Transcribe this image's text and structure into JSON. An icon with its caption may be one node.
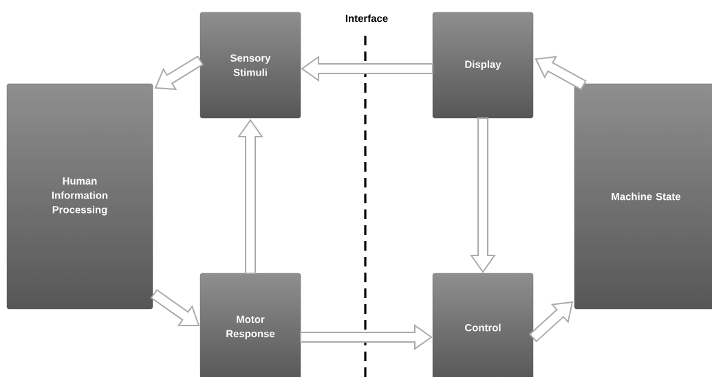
{
  "diagram": {
    "nodes": [
      {
        "text": [
          "Human Information Processing"
        ]
      },
      {
        "text": [
          "Sensory Stimuli"
        ]
      },
      {
        "text": [
          "Motor Response"
        ]
      },
      {
        "text": [
          "Display"
        ]
      },
      {
        "text": [
          "Control"
        ]
      },
      {
        "text": [
          "Machine State"
        ]
      }
    ],
    "edges": [
      {
        "from": 1,
        "to": 0,
        "arrow": "to"
      },
      {
        "from": 3,
        "to": 1,
        "arrow": "to"
      },
      {
        "from": 5,
        "to": 3,
        "arrow": "to"
      },
      {
        "from": 3,
        "to": 4,
        "arrow": "to"
      },
      {
        "from": 4,
        "to": 5,
        "arrow": "to"
      },
      {
        "from": 2,
        "to": 4,
        "arrow": "to"
      },
      {
        "from": 2,
        "to": 1,
        "arrow": "to"
      },
      {
        "from": 0,
        "to": 2,
        "arrow": "to"
      }
    ],
    "labels": [
      "Interface"
    ]
  }
}
